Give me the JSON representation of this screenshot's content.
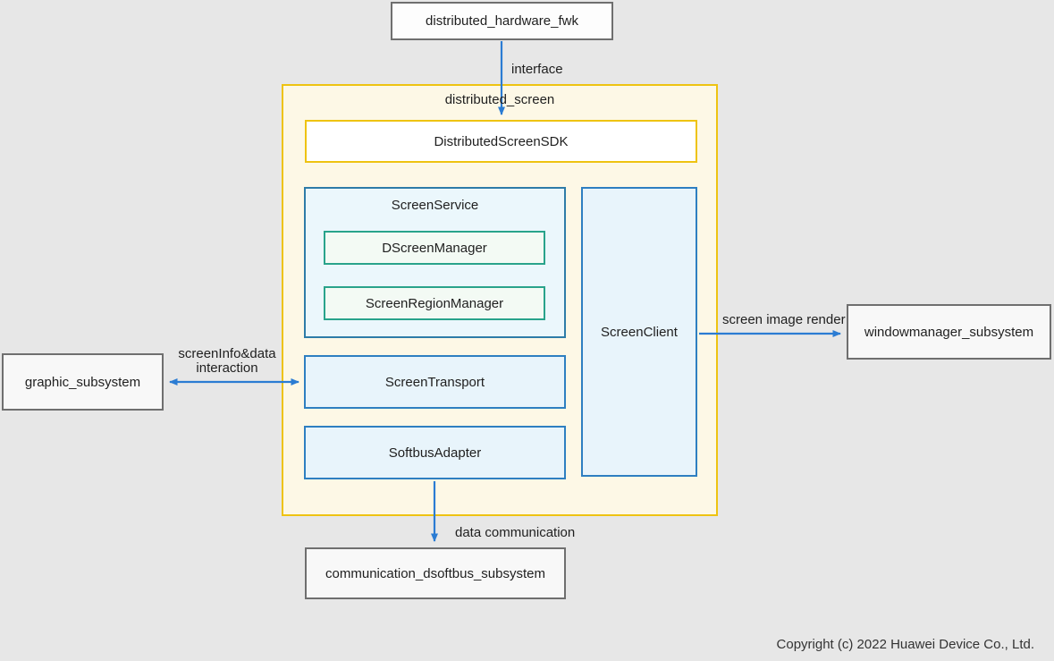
{
  "diagram": {
    "title": "distributed_screen architecture diagram",
    "nodes": {
      "hardware": {
        "label": "distributed_hardware_fwk"
      },
      "container": {
        "label": "distributed_screen"
      },
      "sdk": {
        "label": "DistributedScreenSDK"
      },
      "screen_service": {
        "label": "ScreenService"
      },
      "dscreen_manager": {
        "label": "DScreenManager"
      },
      "screen_region_manager": {
        "label": "ScreenRegionManager"
      },
      "screen_transport": {
        "label": "ScreenTransport"
      },
      "softbus_adapter": {
        "label": "SoftbusAdapter"
      },
      "screen_client": {
        "label": "ScreenClient"
      },
      "graphic_subsystem": {
        "label": "graphic_subsystem"
      },
      "windowmanager_subsystem": {
        "label": "windowmanager_subsystem"
      },
      "communication_subsystem": {
        "label": "communication_dsoftbus_subsystem"
      }
    },
    "edges": {
      "interface": {
        "label": "interface"
      },
      "screen_info": {
        "line1": "screenInfo&data",
        "line2": "interaction"
      },
      "screen_image_render": {
        "label": "screen image render"
      },
      "data_communication": {
        "label": "data communication"
      }
    },
    "colors": {
      "background": "#e7e7e7",
      "container_fill": "#fdf8e6",
      "gold_border": "#eec311",
      "blue_border": "#2e7fc1",
      "blue_fill": "#e8f4fb",
      "service_border": "#2e7ca8",
      "service_fill": "#ebf7fc",
      "teal_border": "#29a38b",
      "teal_fill": "#f3faf4",
      "gray_border": "#6f6f6f",
      "gray_fill": "#f8f8f8",
      "arrow": "#2b7cd3",
      "text": "#1f1f1f"
    }
  },
  "footer": {
    "copyright": "Copyright (c) 2022 Huawei Device Co., Ltd."
  }
}
